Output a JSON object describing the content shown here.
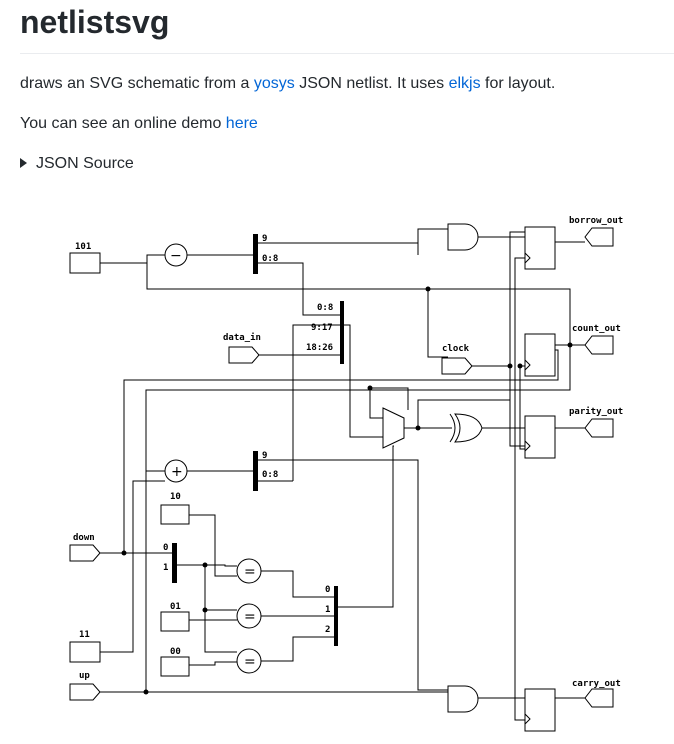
{
  "page": {
    "title": "netlistsvg",
    "intro": {
      "pre": "draws an SVG schematic from a ",
      "link1": "yosys",
      "mid": " JSON netlist. It uses ",
      "link2": "elkjs",
      "post": " for layout."
    },
    "demo": {
      "pre": "You can see an online demo ",
      "link": "here"
    },
    "details_summary": "JSON Source"
  },
  "schematic": {
    "inputs": {
      "const_101": "101",
      "data_in": "data_in",
      "clock": "clock",
      "down": "down",
      "const_10": "10",
      "const_01": "01",
      "const_00": "00",
      "const_11": "11",
      "up": "up"
    },
    "outputs": {
      "borrow_out": "borrow_out",
      "count_out": "count_out",
      "parity_out": "parity_out",
      "carry_out": "carry_out"
    },
    "split_top": [
      "9",
      "0:8"
    ],
    "join_data": [
      "0:8",
      "9:17",
      "18:26"
    ],
    "split_mid": [
      "9",
      "0:8"
    ],
    "split_dir": [
      "0",
      "1"
    ],
    "join_sel": [
      "0",
      "1",
      "2"
    ],
    "symbols": {
      "sub": "−",
      "add": "+",
      "eq": "="
    }
  }
}
